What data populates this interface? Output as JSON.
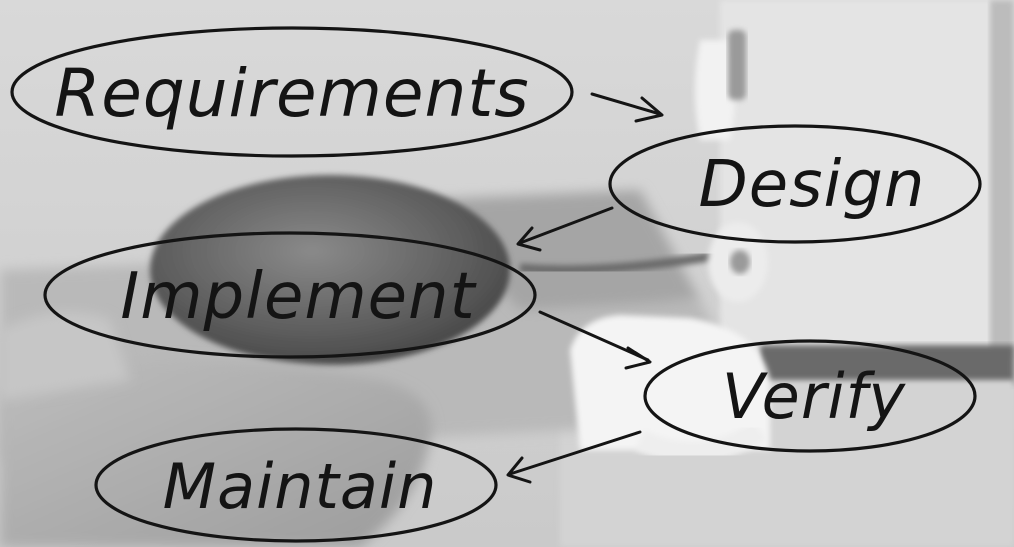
{
  "steps": [
    {
      "id": "requirements",
      "label": "Requirements"
    },
    {
      "id": "design",
      "label": "Design"
    },
    {
      "id": "implement",
      "label": "Implement"
    },
    {
      "id": "verify",
      "label": "Verify"
    },
    {
      "id": "maintain",
      "label": "Maintain"
    }
  ],
  "colors": {
    "ink": "#141414",
    "background": "#cfcfcf"
  }
}
